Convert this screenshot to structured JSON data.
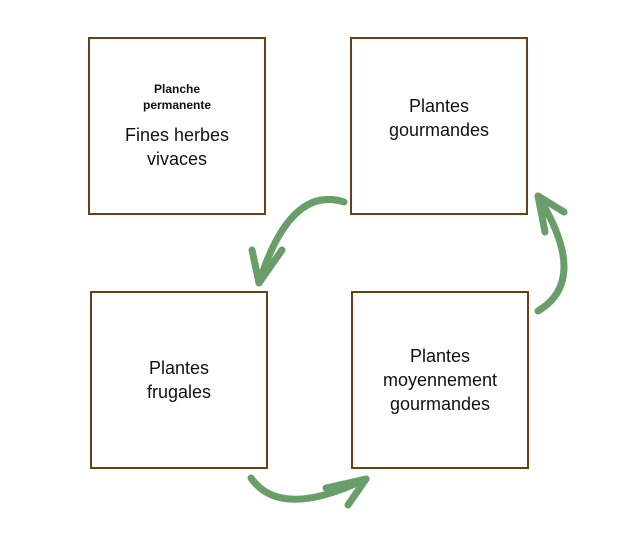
{
  "boxes": [
    {
      "subtitle": "Planche\npermanente",
      "label": "Fines herbes\nvivaces"
    },
    {
      "label": "Plantes\ngourmandes"
    },
    {
      "label": "Plantes\nfrugales"
    },
    {
      "label": "Plantes\nmoyennement\ngourmandes"
    }
  ],
  "colors": {
    "border": "#6b3f14",
    "arrow": "#6a9e68"
  }
}
